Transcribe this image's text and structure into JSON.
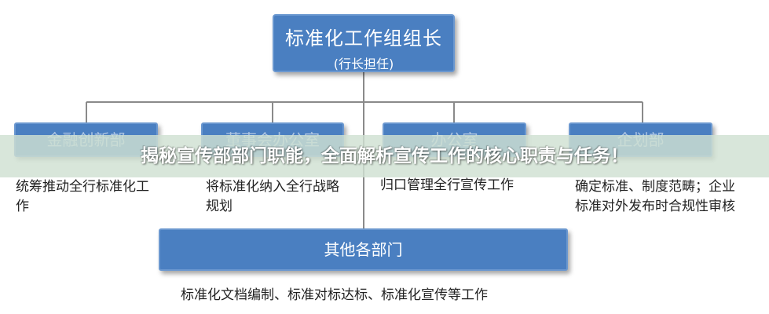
{
  "top": {
    "title": "标准化工作组组长",
    "subtitle": "(行长担任)"
  },
  "departments": [
    {
      "label": "金融创新部",
      "desc": "统筹推动全行标准化工作"
    },
    {
      "label": "董事会办公室",
      "desc": "将标准化纳入全行战略规划"
    },
    {
      "label": "办公室",
      "desc": "归口管理全行宣传工作"
    },
    {
      "label": "企划部",
      "desc": "确定标准、制度范畴；企业标准对外发布时合规性审核"
    }
  ],
  "bottom": {
    "label": "其他各部门",
    "desc": "标准化文档编制、标准对标达标、标准化宣传等工作"
  },
  "banner": {
    "text": "揭秘宣传部部门职能，全面解析宣传工作的核心职责与任务！"
  },
  "colors": {
    "box_fill": "#4a7fc1",
    "banner_bg": "#d0e1d2"
  }
}
